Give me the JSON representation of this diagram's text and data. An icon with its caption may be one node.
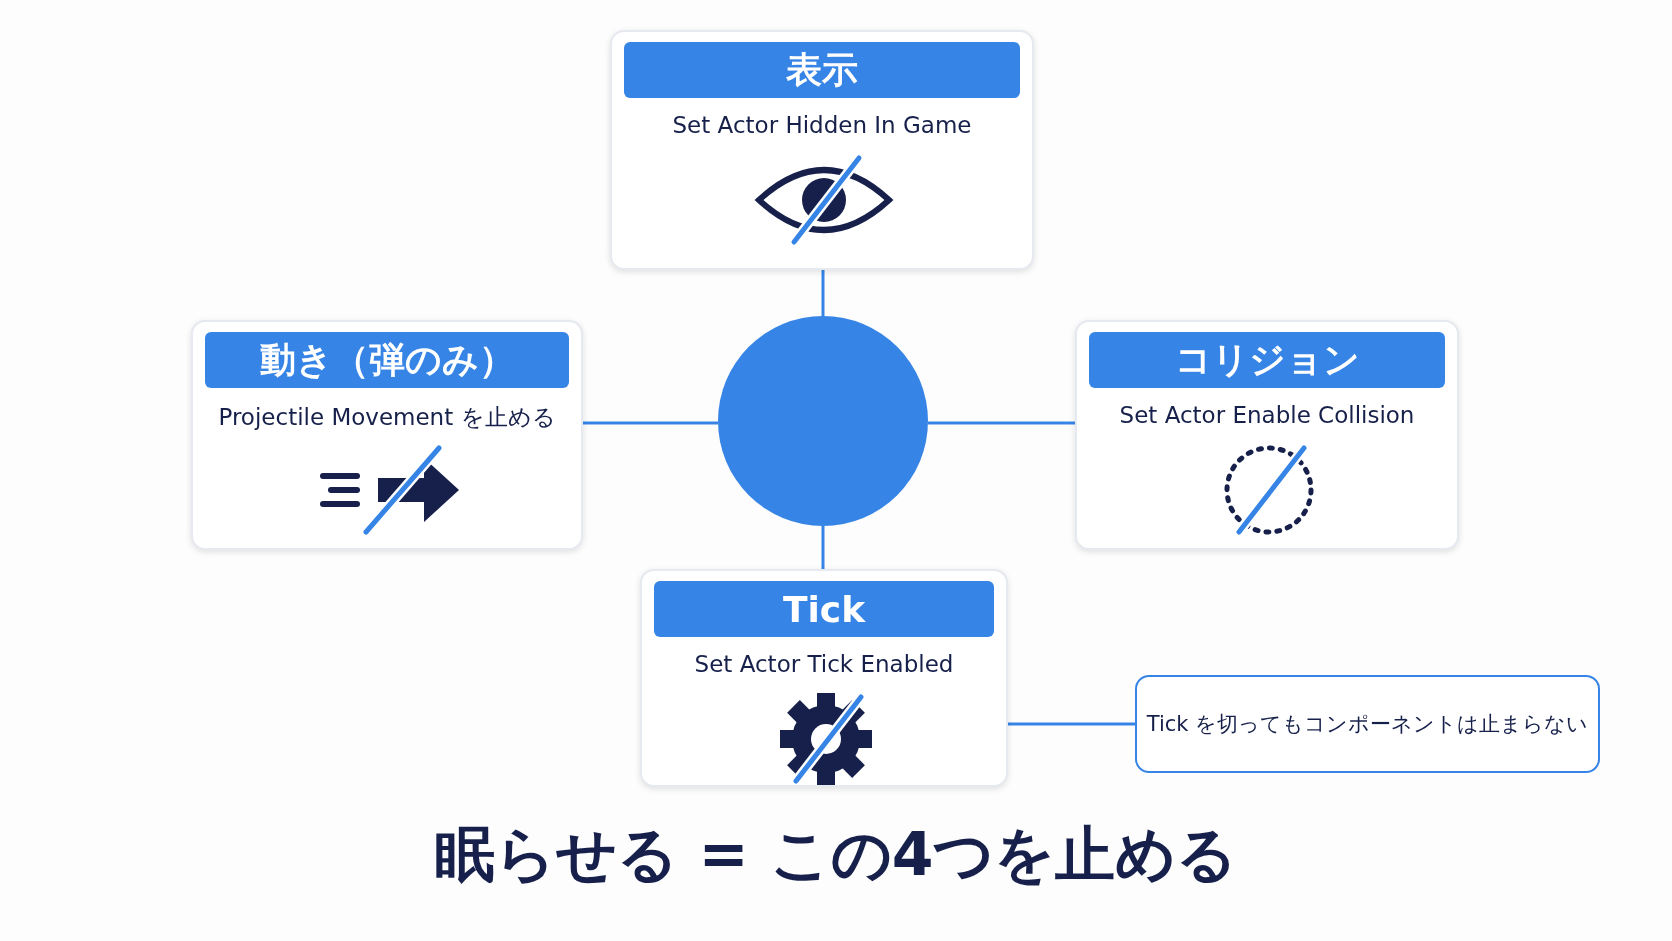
{
  "diagram": {
    "caption": "眠らせる = この4つを止める",
    "nodes": [
      {
        "text": [],
        "shape": "circle"
      },
      {
        "text": [
          "表示",
          "Set Actor Hidden In Game"
        ]
      },
      {
        "text": [
          "動き（弾のみ）",
          "Projectile Movement を止める"
        ]
      },
      {
        "text": [
          "コリジョン",
          "Set Actor Enable Collision"
        ]
      },
      {
        "text": [
          "Tick",
          "Set Actor Tick Enabled"
        ]
      },
      {
        "text": [
          "Tick を切ってもコンポーネントは止まらない"
        ]
      }
    ],
    "edges": [
      {
        "from": 0,
        "to": 1,
        "arrow": "none"
      },
      {
        "from": 0,
        "to": 2,
        "arrow": "none"
      },
      {
        "from": 0,
        "to": 3,
        "arrow": "none"
      },
      {
        "from": 0,
        "to": 4,
        "arrow": "none"
      },
      {
        "from": 4,
        "to": 5,
        "arrow": "none"
      }
    ]
  }
}
